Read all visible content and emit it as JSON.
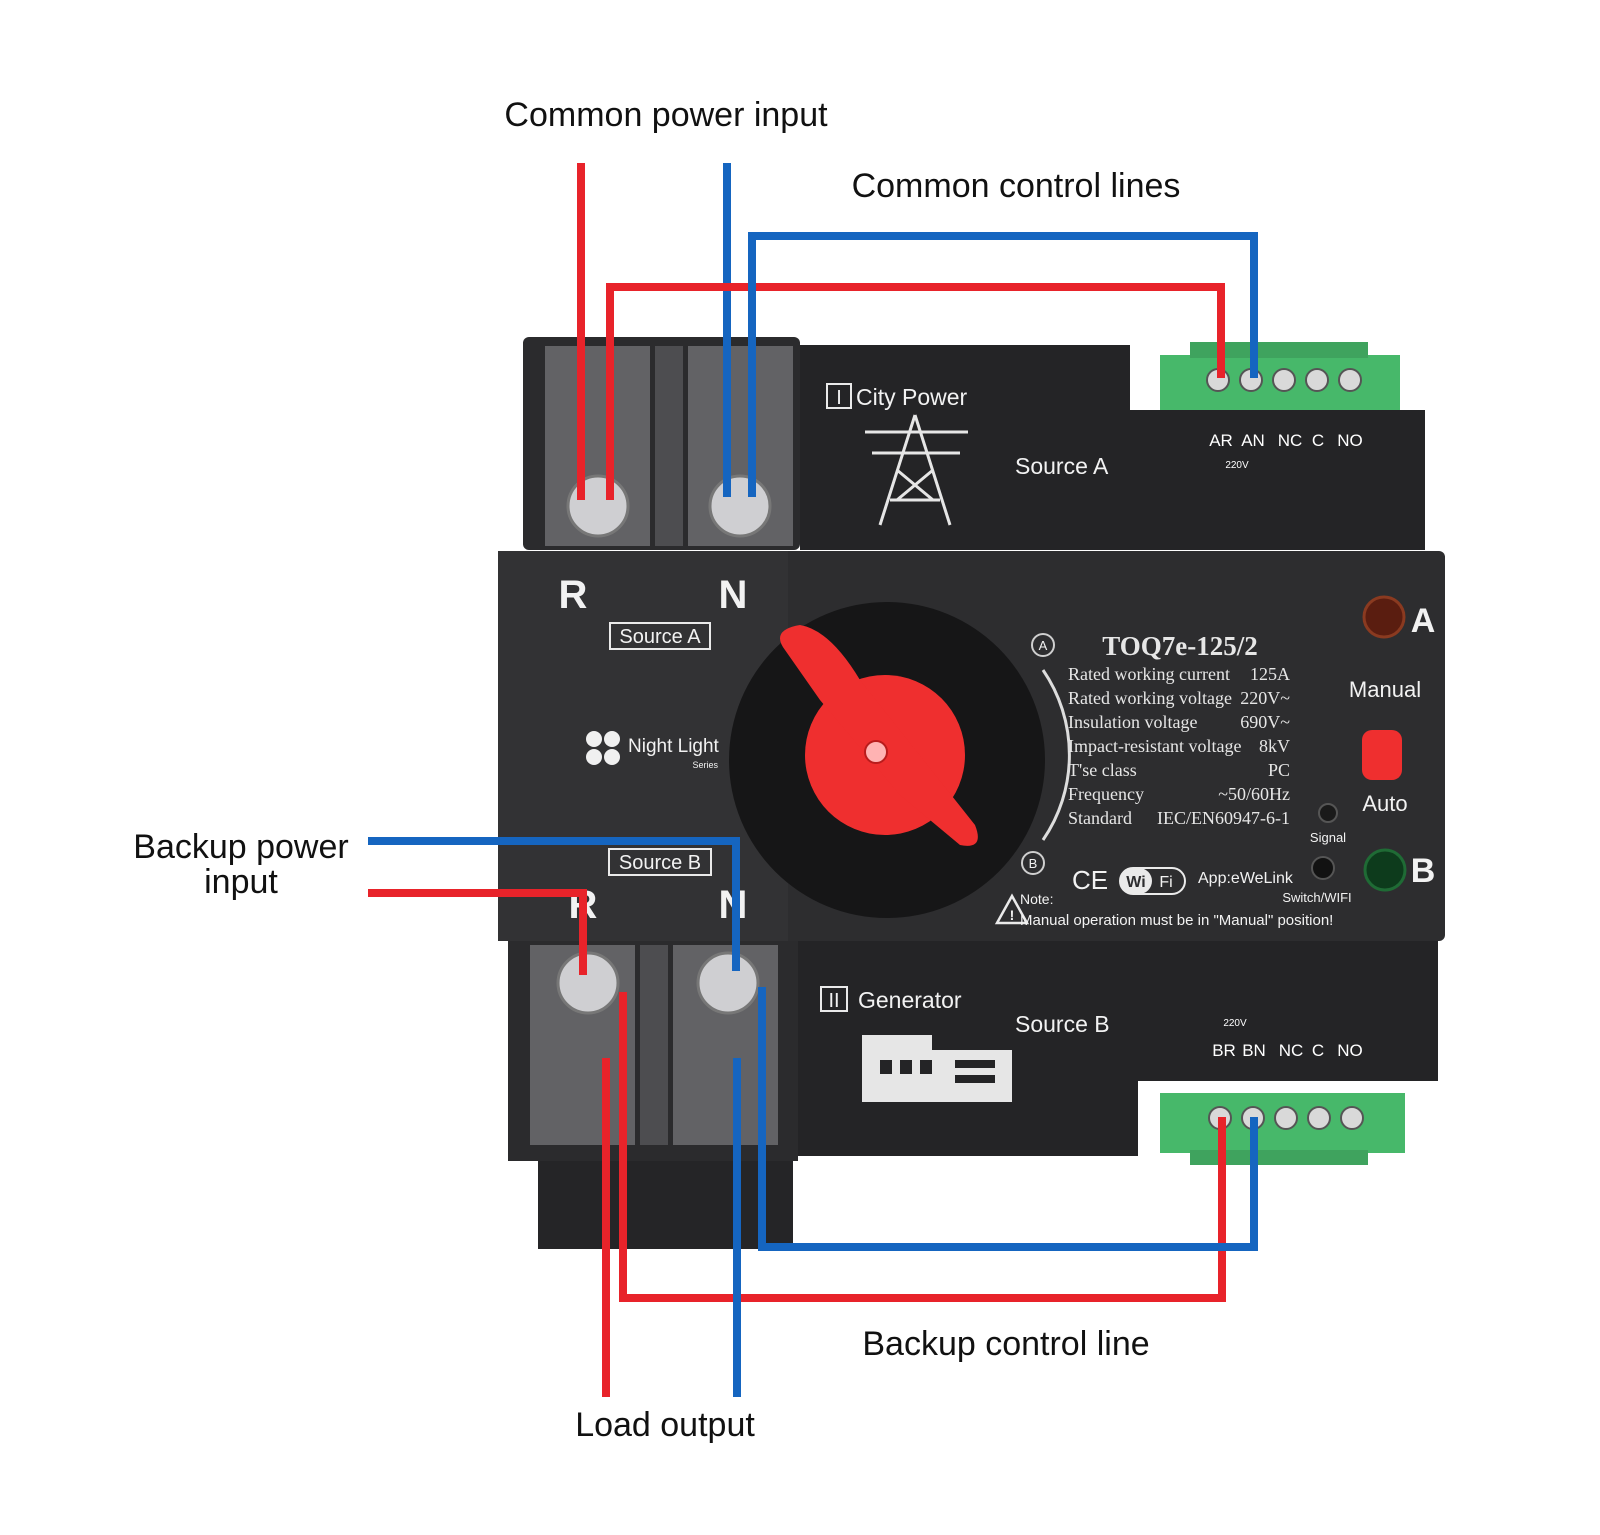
{
  "callouts": {
    "common_power_input": "Common power input",
    "common_control_lines": "Common control lines",
    "backup_power_input_line1": "Backup power",
    "backup_power_input_line2": "input",
    "backup_control_line": "Backup control line",
    "load_output": "Load output"
  },
  "device": {
    "top_terminals": {
      "left": "R",
      "right": "N"
    },
    "bottom_terminals": {
      "left": "R",
      "right": "N"
    },
    "source_a_badge": "Source A",
    "source_b_badge": "Source B",
    "brand": "Night Light",
    "brand_sub": "Series",
    "model": "TOQ7e-125/2",
    "specs": [
      {
        "label": "Rated working current",
        "value": "125A"
      },
      {
        "label": "Rated working voltage",
        "value": "220V~"
      },
      {
        "label": "Insulation voltage",
        "value": "690V~"
      },
      {
        "label": "Impact-resistant voltage",
        "value": "8kV"
      },
      {
        "label": "T'se class",
        "value": "PC"
      },
      {
        "label": "Frequency",
        "value": "~50/60Hz"
      },
      {
        "label": "Standard",
        "value": "IEC/EN60947-6-1"
      }
    ],
    "dial_mark_a": "A",
    "dial_mark_b": "B",
    "indicator_a": "A",
    "indicator_b": "B",
    "manual_label": "Manual",
    "auto_label": "Auto",
    "signal_label": "Signal",
    "switch_wifi_label": "Switch/WIFI",
    "ce_mark": "CE",
    "wifi_badge_left": "Wi",
    "wifi_badge_right": "Fi",
    "app_label": "App:eWeLink",
    "note_title": "Note:",
    "note_text": "Manual operation must be in \"Manual\" position!",
    "city_power_numeral": "I",
    "city_power_label": "City Power",
    "source_a_label": "Source A",
    "generator_numeral": "II",
    "generator_label": "Generator",
    "source_b_label": "Source B",
    "top_terminal_labels": [
      "AR",
      "AN",
      "NC",
      "C",
      "NO"
    ],
    "top_voltage_label": "220V",
    "bottom_terminal_labels": [
      "BR",
      "BN",
      "NC",
      "C",
      "NO"
    ],
    "bottom_voltage_label": "220V"
  },
  "colors": {
    "live_wire": "#e8232a",
    "neutral_wire": "#1565c0",
    "device_body": "#2a2a2c",
    "handle": "#ef2f2f",
    "terminal_block": "#47b86a"
  }
}
